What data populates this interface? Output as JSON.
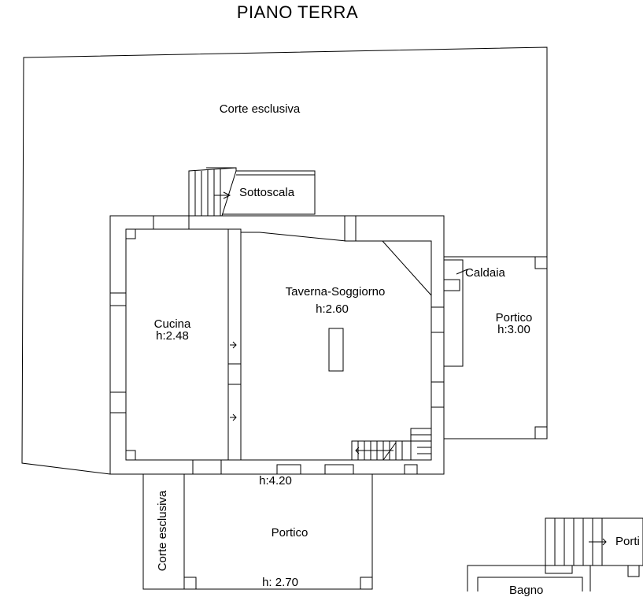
{
  "title": "PIANO TERRA",
  "rooms": {
    "corte_top": "Corte esclusiva",
    "sottoscala": "Sottoscala",
    "caldaia": "Caldaia",
    "taverna": {
      "name": "Taverna-Soggiorno",
      "height": "h:2.60"
    },
    "cucina": {
      "name": "Cucina",
      "height": "h:2.48"
    },
    "portico_right": {
      "name": "Portico",
      "height": "h:3.00"
    },
    "portico_bottom": {
      "name": "Portico",
      "height": "h: 2.70"
    },
    "corte_bottom": "Corte esclusiva",
    "h_threshold": "h:4.20",
    "portico_partial": "Porti",
    "bagno_partial": "Bagno"
  }
}
